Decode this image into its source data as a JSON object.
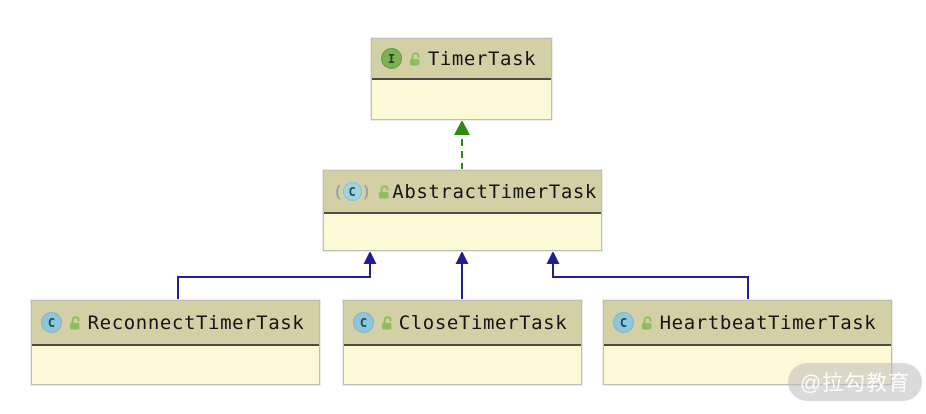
{
  "diagram": {
    "type": "uml-class-diagram",
    "nodes": [
      {
        "id": "TimerTask",
        "label": "TimerTask",
        "kind": "interface",
        "badge_letter": "I",
        "visibility_icon": "open-lock-icon"
      },
      {
        "id": "AbstractTimerTask",
        "label": "AbstractTimerTask",
        "kind": "abstract-class",
        "badge_letter": "C",
        "paren_left": "(",
        "paren_right": ")",
        "visibility_icon": "open-lock-icon"
      },
      {
        "id": "ReconnectTimerTask",
        "label": "ReconnectTimerTask",
        "kind": "class",
        "badge_letter": "C",
        "visibility_icon": "open-lock-icon"
      },
      {
        "id": "CloseTimerTask",
        "label": "CloseTimerTask",
        "kind": "class",
        "badge_letter": "C",
        "visibility_icon": "open-lock-icon"
      },
      {
        "id": "HeartbeatTimerTask",
        "label": "HeartbeatTimerTask",
        "kind": "class",
        "badge_letter": "C",
        "visibility_icon": "open-lock-icon"
      }
    ],
    "edges": [
      {
        "from": "AbstractTimerTask",
        "to": "TimerTask",
        "relation": "implements",
        "line_style": "dashed",
        "color": "#2e8a12"
      },
      {
        "from": "ReconnectTimerTask",
        "to": "AbstractTimerTask",
        "relation": "extends",
        "line_style": "solid",
        "color": "#1f1f8f"
      },
      {
        "from": "CloseTimerTask",
        "to": "AbstractTimerTask",
        "relation": "extends",
        "line_style": "solid",
        "color": "#1f1f8f"
      },
      {
        "from": "HeartbeatTimerTask",
        "to": "AbstractTimerTask",
        "relation": "extends",
        "line_style": "solid",
        "color": "#1f1f8f"
      }
    ]
  },
  "colors": {
    "node_header_bg": "#d3d0a5",
    "node_body_bg": "#fcfad6",
    "node_divider": "#4c4c44",
    "node_border": "#bdbdb4",
    "interface_icon_bg": "#7cb153",
    "class_icon_bg": "#8cc7db",
    "lock_icon_green": "#8fbe5e",
    "implements_edge": "#2e8a12",
    "extends_edge": "#1f1f8f",
    "background": "#ffffff"
  },
  "watermark": {
    "text": "@拉勾教育"
  }
}
